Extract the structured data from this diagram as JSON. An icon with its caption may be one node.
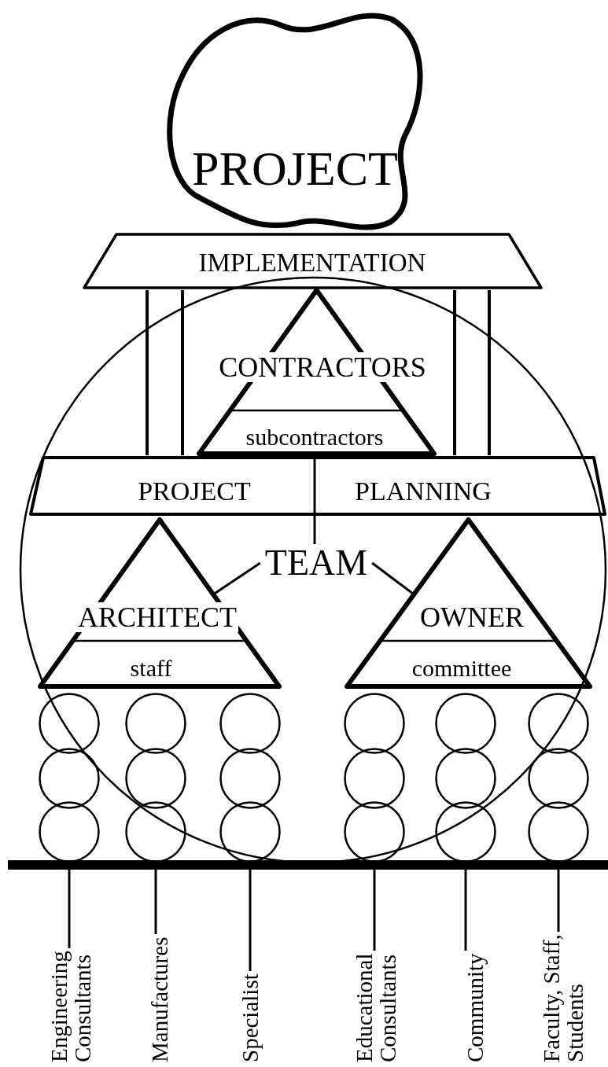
{
  "diagram": {
    "nodes": [
      {
        "text": [
          "PROJECT"
        ]
      },
      {
        "text": [
          "IMPLEMENTATION"
        ]
      },
      {
        "text": [
          "CONTRACTORS",
          "subcontractors"
        ]
      },
      {
        "text": [
          "PROJECT",
          "PLANNING"
        ]
      },
      {
        "text": [
          "TEAM"
        ]
      },
      {
        "text": [
          "ARCHITECT",
          "staff"
        ]
      },
      {
        "text": [
          "OWNER",
          "committee"
        ]
      },
      {
        "text": [],
        "shape": "circle"
      },
      {
        "text": [],
        "shape": "circle"
      },
      {
        "text": [],
        "shape": "circle"
      },
      {
        "text": [],
        "shape": "circle"
      },
      {
        "text": [],
        "shape": "circle"
      },
      {
        "text": [],
        "shape": "circle"
      },
      {
        "text": [],
        "shape": "circle"
      },
      {
        "text": [],
        "shape": "circle"
      },
      {
        "text": [],
        "shape": "circle"
      },
      {
        "text": [],
        "shape": "circle"
      },
      {
        "text": [],
        "shape": "circle"
      },
      {
        "text": [],
        "shape": "circle"
      },
      {
        "text": [],
        "shape": "circle"
      },
      {
        "text": [],
        "shape": "circle"
      },
      {
        "text": [],
        "shape": "circle"
      },
      {
        "text": [],
        "shape": "circle"
      },
      {
        "text": [],
        "shape": "circle"
      },
      {
        "text": [],
        "shape": "circle"
      },
      {
        "text": [
          "Engineering Consultants"
        ]
      },
      {
        "text": [
          "Manufactures"
        ]
      },
      {
        "text": [
          "Specialist"
        ]
      },
      {
        "text": [
          "Educational Consultants"
        ]
      },
      {
        "text": [
          "Community"
        ]
      },
      {
        "text": [
          "Faculty, Staff, Students"
        ]
      }
    ],
    "edges": [
      {
        "from": 1,
        "to": 3,
        "arrow": "none"
      },
      {
        "from": 1,
        "to": 3,
        "arrow": "none"
      },
      {
        "from": 1,
        "to": 3,
        "arrow": "none"
      },
      {
        "from": 1,
        "to": 3,
        "arrow": "none"
      },
      {
        "from": 4,
        "to": 2,
        "arrow": "none"
      },
      {
        "from": 4,
        "to": 5,
        "arrow": "none"
      },
      {
        "from": 4,
        "to": 6,
        "arrow": "none"
      },
      {
        "from": 25,
        "to": 9,
        "arrow": "none"
      },
      {
        "from": 26,
        "to": 12,
        "arrow": "none"
      },
      {
        "from": 27,
        "to": 15,
        "arrow": "none"
      },
      {
        "from": 28,
        "to": 18,
        "arrow": "none"
      },
      {
        "from": 29,
        "to": 21,
        "arrow": "none"
      },
      {
        "from": 30,
        "to": 24,
        "arrow": "none"
      }
    ]
  }
}
